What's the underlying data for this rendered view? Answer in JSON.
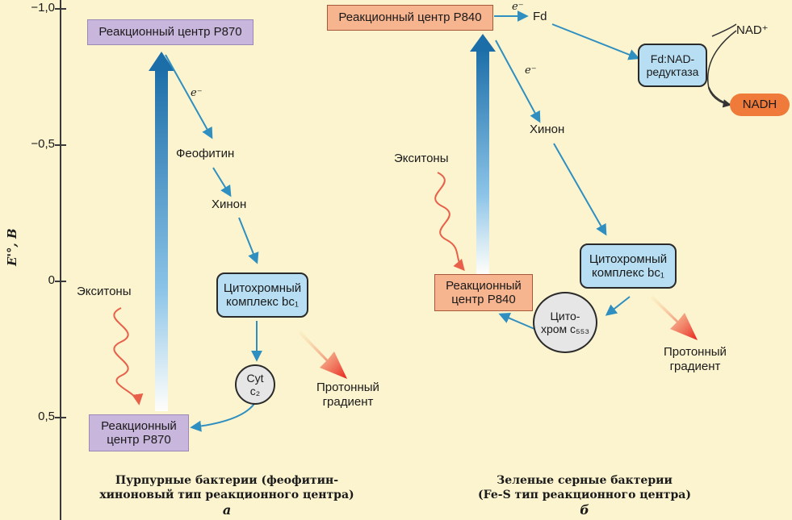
{
  "axis": {
    "label": "E'°, B",
    "ticks": [
      "−1,0",
      "−0,5",
      "0",
      "0,5"
    ]
  },
  "left": {
    "top_center": "Реакционный центр P870",
    "electron": "e⁻",
    "pheophytin": "Феофитин",
    "quinone": "Хинон",
    "cyt_bc1_line1": "Цитохромный",
    "cyt_bc1_line2": "комплекс bc₁",
    "excitons": "Экситоны",
    "cyt_c2_line1": "Cyt",
    "cyt_c2_line2": "c₂",
    "proton_gradient_line1": "Протонный",
    "proton_gradient_line2": "градиент",
    "bottom_center_line1": "Реакционный",
    "bottom_center_line2": "центр P870",
    "caption_line1": "Пурпурные бактерии (феофитин-",
    "caption_line2": "хиноновый тип реакционного центра)",
    "caption_letter": "а"
  },
  "right": {
    "top_center": "Реакционный центр P840",
    "electron_top": "e⁻",
    "fd": "Fd",
    "electron_mid": "e⁻",
    "fd_nad_line1": "Fd:NAD-",
    "fd_nad_line2": "редуктаза",
    "nad": "NAD⁺",
    "nadh": "NADH",
    "quinone": "Хинон",
    "excitons": "Экситоны",
    "cyt_bc1_line1": "Цитохромный",
    "cyt_bc1_line2": "комплекс bc₁",
    "bottom_center_line1": "Реакционный",
    "bottom_center_line2": "центр P840",
    "cyt_c553_line1": "Цито-",
    "cyt_c553_line2": "хром c₅₅₃",
    "proton_gradient_line1": "Протонный",
    "proton_gradient_line2": "градиент",
    "caption_line1": "Зеленые серные бактерии",
    "caption_line2": "(Fe-S тип реакционного центра)",
    "caption_letter": "б"
  },
  "colors": {
    "arrow_blue": "#2f8fc0",
    "exciton_red": "#e8604a",
    "proton_red": "#e8302a",
    "nadh_orange": "#f07a3a"
  }
}
